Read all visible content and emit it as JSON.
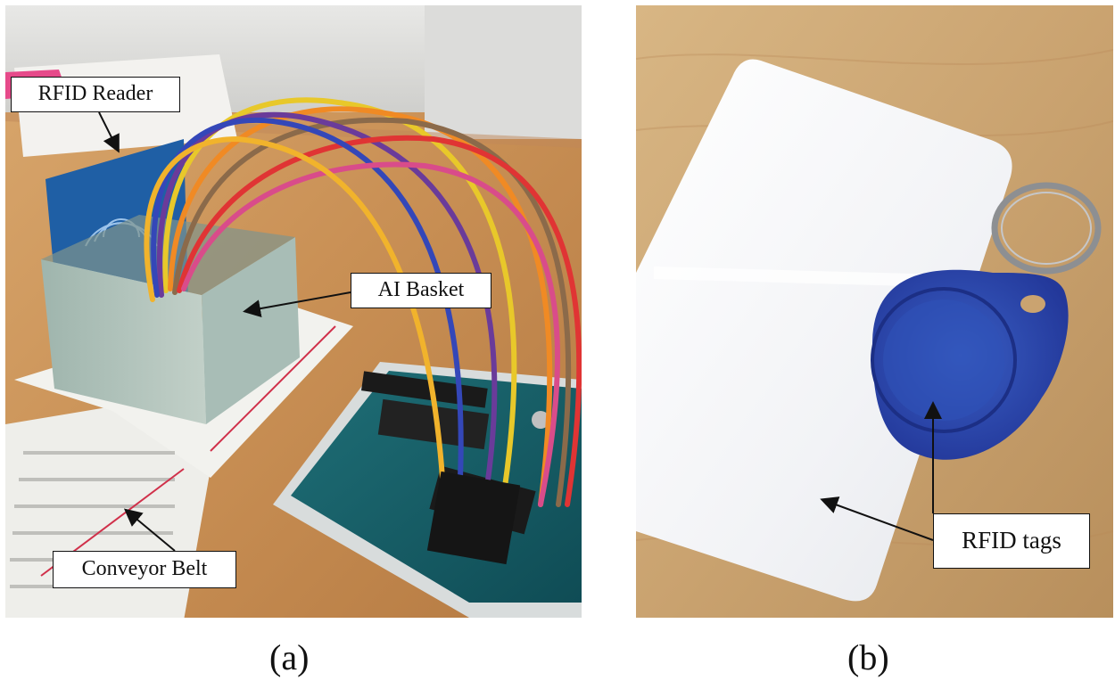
{
  "figure": {
    "panels": [
      {
        "id": "a",
        "caption": "(a)",
        "labels": {
          "rfid_reader": "RFID Reader",
          "ai_basket": "AI Basket",
          "conveyor_belt": "Conveyor Belt"
        }
      },
      {
        "id": "b",
        "caption": "(b)",
        "labels": {
          "rfid_tags": "RFID tags"
        }
      }
    ]
  }
}
